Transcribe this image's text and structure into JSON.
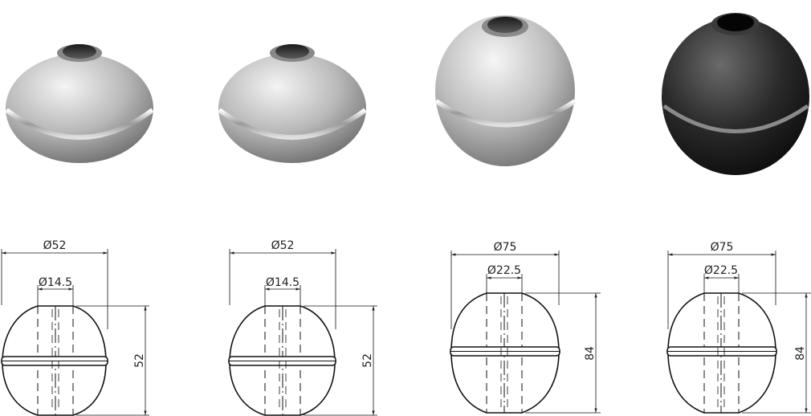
{
  "floats": [
    {
      "finish": "stainless-steel",
      "colors": {
        "light": "#f4f4f4",
        "mid": "#b9b9b9",
        "dark": "#6e6e6e",
        "band": "#e8e8e8"
      },
      "drawing": {
        "outer_diameter": "Ø52",
        "bore_diameter": "Ø14.5",
        "height": "52"
      }
    },
    {
      "finish": "stainless-steel",
      "colors": {
        "light": "#f4f4f4",
        "mid": "#b9b9b9",
        "dark": "#6e6e6e",
        "band": "#e8e8e8"
      },
      "drawing": {
        "outer_diameter": "Ø52",
        "bore_diameter": "Ø14.5",
        "height": "52"
      }
    },
    {
      "finish": "stainless-steel",
      "colors": {
        "light": "#f6f6f6",
        "mid": "#bdbdbd",
        "dark": "#727272",
        "band": "#ececec"
      },
      "drawing": {
        "outer_diameter": "Ø75",
        "bore_diameter": "Ø22.5",
        "height": "84"
      }
    },
    {
      "finish": "black-coated",
      "colors": {
        "light": "#6a6a6a",
        "mid": "#2a2a2a",
        "dark": "#0c0c0c",
        "band": "#8a8a8a"
      },
      "drawing": {
        "outer_diameter": "Ø75",
        "bore_diameter": "Ø22.5",
        "height": "84"
      }
    }
  ]
}
